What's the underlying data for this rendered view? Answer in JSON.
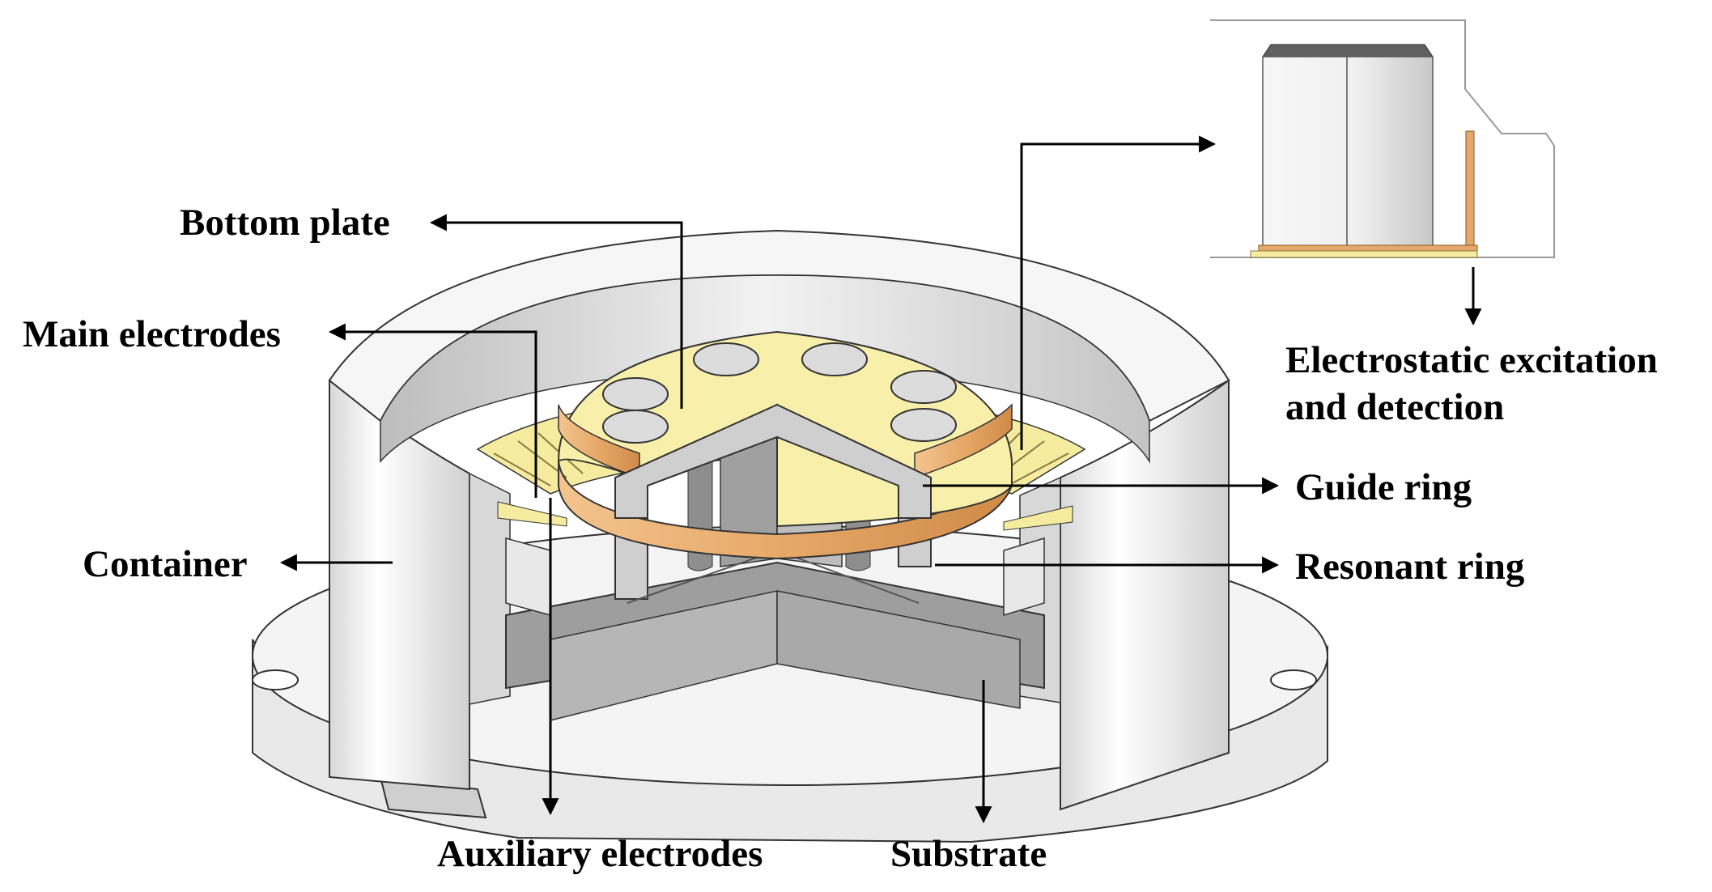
{
  "labels": {
    "bottom_plate": "Bottom plate",
    "main_electrodes": "Main electrodes",
    "container": "Container",
    "auxiliary_electrodes": "Auxiliary electrodes",
    "substrate": "Substrate",
    "electrostatic_line1": "Electrostatic excitation",
    "electrostatic_line2": "and detection",
    "guide_ring": "Guide ring",
    "resonant_ring": "Resonant ring"
  },
  "colors": {
    "gold_plate": "#f5eca0",
    "copper_rim": "#e6a868",
    "metal_light": "#efefef",
    "metal_mid": "#d4d4d4",
    "metal_dark": "#9e9e9e",
    "line": "#000000"
  }
}
